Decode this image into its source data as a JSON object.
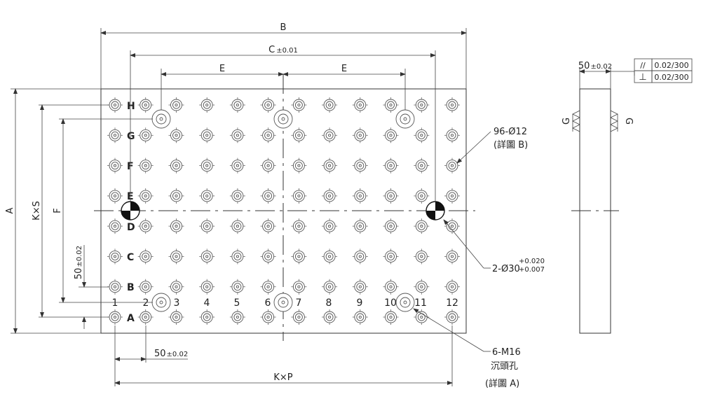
{
  "dimensions": {
    "overall_width": "B",
    "locating_span": "C",
    "locating_span_tol": "±0.01",
    "half_span_left": "E",
    "half_span_right": "E",
    "overall_height": "A",
    "row_span": "K×S",
    "row_span_f": "F",
    "row_pitch": "50",
    "row_pitch_tol": "±0.02",
    "col_pitch": "50",
    "col_pitch_tol": "±0.02",
    "col_span": "K×P"
  },
  "row_labels": [
    "H",
    "G",
    "F",
    "E",
    "D",
    "C",
    "B",
    "A"
  ],
  "col_labels": [
    "1",
    "2",
    "3",
    "4",
    "5",
    "6",
    "7",
    "8",
    "9",
    "10",
    "11",
    "12"
  ],
  "callouts": {
    "holes": "96-Ø12",
    "holes_detail": "(詳圖 B)",
    "pins": "2-Ø30",
    "pins_tol_upper": "+0.020",
    "pins_tol_lower": "+0.007",
    "tapped": "6-M16",
    "tapped_type": "沉頭孔",
    "tapped_detail": "(詳圖 A)"
  },
  "side_view": {
    "thickness": "50",
    "thickness_tol": "±0.02",
    "datum_left": "G",
    "datum_right": "G",
    "tolerance_frame": [
      {
        "symbol": "//",
        "value": "0.02/300"
      },
      {
        "symbol": "⊥",
        "value": "0.02/300"
      }
    ]
  }
}
